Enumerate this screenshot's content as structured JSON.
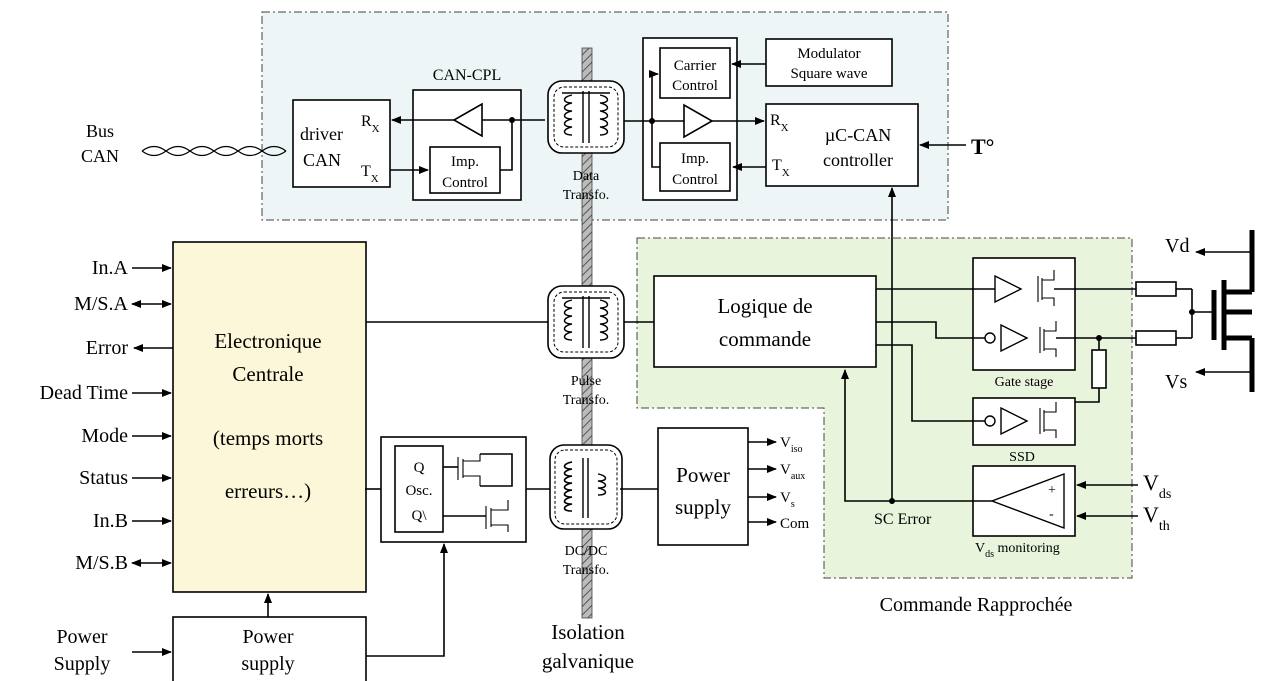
{
  "colors": {
    "can_zone": "#eef5f7",
    "rapprochee_zone": "#e8f4dc",
    "centrale_fill": "#fbf7d8"
  },
  "labels": {
    "bus_can": [
      "Bus",
      "CAN"
    ],
    "driver": [
      "driver",
      "CAN"
    ],
    "rx": "R",
    "tx": "T",
    "x_sub": "X",
    "can_cpl": "CAN-CPL",
    "imp_control": [
      "Imp.",
      "Control"
    ],
    "data_transfo": [
      "Data",
      "Transfo."
    ],
    "carrier_control": [
      "Carrier",
      "Control"
    ],
    "modulator": [
      "Modulator",
      "Square wave"
    ],
    "uc_can": [
      "µC-CAN",
      "controller"
    ],
    "temp": "T°",
    "inputs": [
      "In.A",
      "M/S.A",
      "Error",
      "Dead Time",
      "Mode",
      "Status",
      "In.B",
      "M/S.B"
    ],
    "centrale": [
      "Electronique",
      "Centrale",
      "(temps morts",
      "erreurs…)"
    ],
    "pulse_transfo": [
      "Pulse",
      "Transfo."
    ],
    "logique": [
      "Logique de",
      "commande"
    ],
    "gate_stage": "Gate stage",
    "ssd": "SSD",
    "vd": "Vd",
    "vs": "Vs",
    "osc": [
      "Q",
      "Osc.",
      "Q\\"
    ],
    "dcdc_transfo": [
      "DC/DC",
      "Transfo."
    ],
    "power_supply_mid": [
      "Power",
      "supply"
    ],
    "outputs": {
      "v_iso_main": "V",
      "v_iso_sub": "iso",
      "v_aux_main": "V",
      "v_aux_sub": "aux",
      "v_s_main": "V",
      "v_s_sub": "s",
      "com": "Com"
    },
    "sc_error": "SC Error",
    "vds_mon_main": "V",
    "vds_mon_sub": "ds",
    "vds_mon_rest": " monitoring",
    "vds_main": "V",
    "vds_sub": "ds",
    "vth_main": "V",
    "vth_sub": "th",
    "plus": "+",
    "minus": "-",
    "commande_rapprochee": "Commande Rapprochée",
    "isolation": [
      "Isolation",
      "galvanique"
    ],
    "power_supply_in": [
      "Power",
      "Supply"
    ],
    "power_supply_bottom": [
      "Power",
      "supply"
    ]
  }
}
